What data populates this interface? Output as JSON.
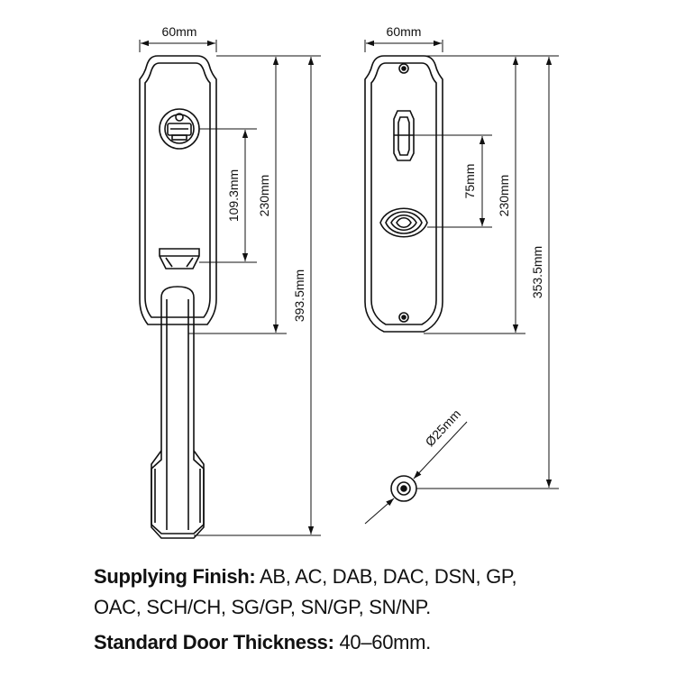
{
  "dimensions": {
    "left_width": "60mm",
    "right_width": "60mm",
    "left_spacing": "109.3mm",
    "left_plate_height": "230mm",
    "left_overall_height": "393.5mm",
    "right_spacing": "75mm",
    "right_plate_height": "230mm",
    "right_overall_height": "353.5mm",
    "rosette_diameter": "Ø25mm"
  },
  "specs": {
    "finish_label": "Supplying Finish:",
    "finish_value": " AB, AC, DAB, DAC, DSN, GP,",
    "finish_value_cont": "OAC, SCH/CH, SG/GP, SN/GP, SN/NP.",
    "thickness_label": "Standard Door Thickness:",
    "thickness_value": " 40–60mm."
  }
}
